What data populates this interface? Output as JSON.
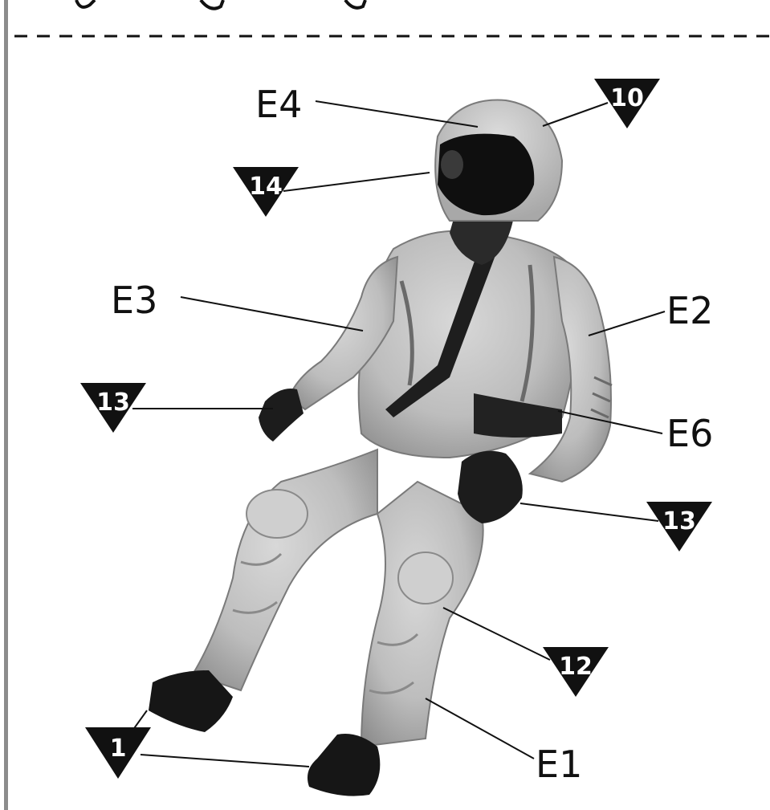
{
  "diagram": {
    "part_labels": {
      "e4": "E4",
      "e3": "E3",
      "e2": "E2",
      "e6": "E6",
      "e1": "E1"
    },
    "color_callouts": {
      "c10": "10",
      "c14": "14",
      "c13_left": "13",
      "c13_right": "13",
      "c12": "12",
      "c1": "1"
    },
    "colors": {
      "ink": "#111111",
      "figure_light": "#c9c9c9",
      "figure_mid": "#9a9a9a",
      "figure_dark": "#1a1a1a",
      "rule": "#8c8c8c"
    }
  }
}
